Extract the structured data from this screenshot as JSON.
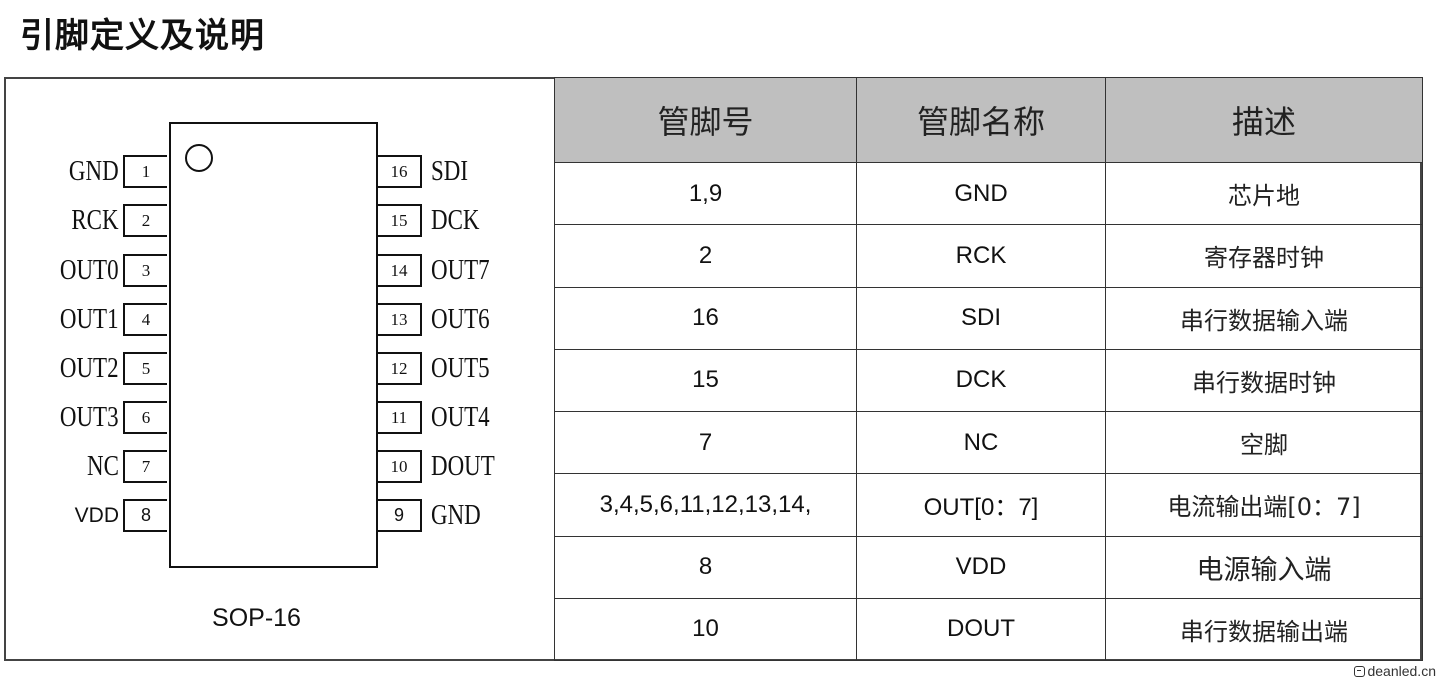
{
  "title": "引脚定义及说明",
  "diagram": {
    "package": "SOP-16",
    "left_pins": [
      {
        "number": "1",
        "name": "GND"
      },
      {
        "number": "2",
        "name": "RCK"
      },
      {
        "number": "3",
        "name": "OUT0"
      },
      {
        "number": "4",
        "name": "OUT1"
      },
      {
        "number": "5",
        "name": "OUT2"
      },
      {
        "number": "6",
        "name": "OUT3"
      },
      {
        "number": "7",
        "name": "NC"
      },
      {
        "number": "8",
        "name": "VDD"
      }
    ],
    "right_pins": [
      {
        "number": "16",
        "name": "SDI"
      },
      {
        "number": "15",
        "name": "DCK"
      },
      {
        "number": "14",
        "name": "OUT7"
      },
      {
        "number": "13",
        "name": "OUT6"
      },
      {
        "number": "12",
        "name": "OUT5"
      },
      {
        "number": "11",
        "name": "OUT4"
      },
      {
        "number": "10",
        "name": "DOUT"
      },
      {
        "number": "9",
        "name": "GND"
      }
    ]
  },
  "table": {
    "headers": [
      "管脚号",
      "管脚名称",
      "描述"
    ],
    "rows": [
      {
        "pin": "1,9",
        "name": "GND",
        "desc": "芯片地"
      },
      {
        "pin": "2",
        "name": "RCK",
        "desc": "寄存器时钟"
      },
      {
        "pin": "16",
        "name": "SDI",
        "desc": "串行数据输入端"
      },
      {
        "pin": "15",
        "name": "DCK",
        "desc": "串行数据时钟"
      },
      {
        "pin": "7",
        "name": "NC",
        "desc": "空脚"
      },
      {
        "pin": "3,4,5,6,11,12,13,14,",
        "name": "OUT[0：7]",
        "desc": "电流输出端[0：7]"
      },
      {
        "pin": "8",
        "name": "VDD",
        "desc": "电源输入端"
      },
      {
        "pin": "10",
        "name": "DOUT",
        "desc": "串行数据输出端"
      }
    ],
    "header_bg": "#bfbfbf"
  },
  "watermark": "deanled.cn"
}
